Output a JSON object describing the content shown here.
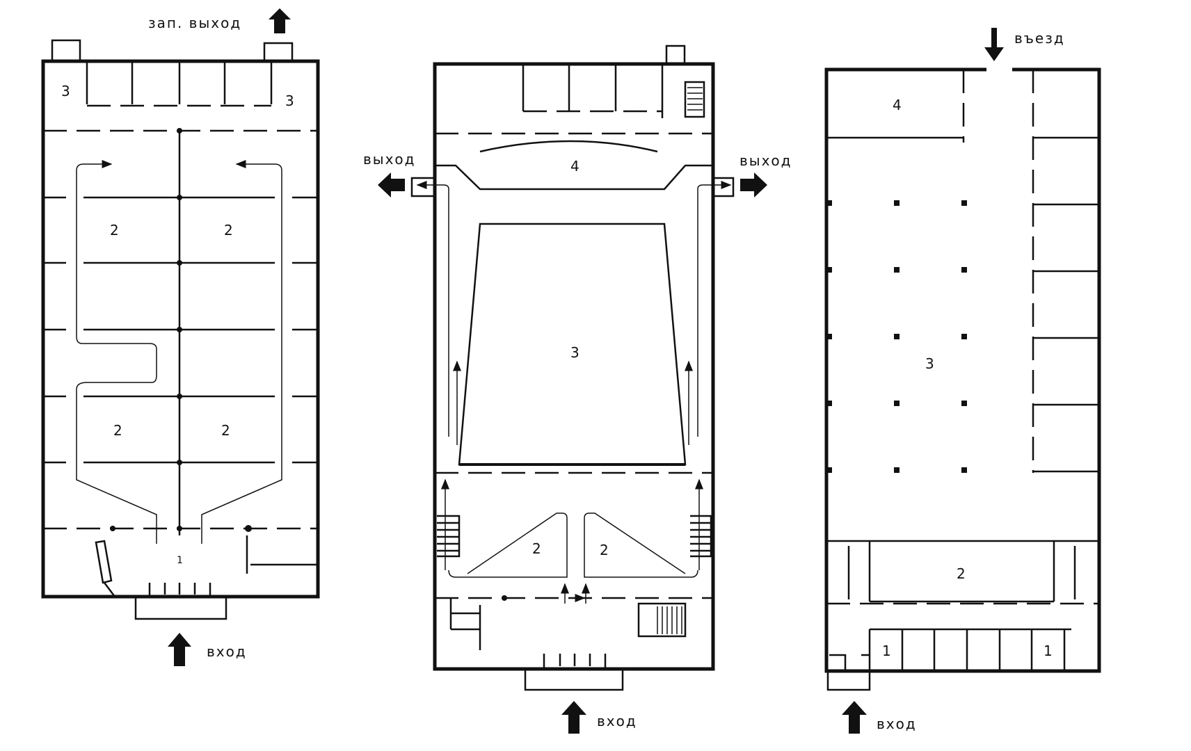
{
  "plans": [
    {
      "id": "plan-1",
      "labels": {
        "top_exit": "зап. выход",
        "entrance": "вход"
      },
      "rooms": {
        "r1": "1",
        "r2a": "2",
        "r2b": "2",
        "r2c": "2",
        "r2d": "2",
        "r3a": "3",
        "r3b": "3"
      }
    },
    {
      "id": "plan-2",
      "labels": {
        "exit_left": "выход",
        "exit_right": "выход",
        "entrance": "вход"
      },
      "rooms": {
        "r2a": "2",
        "r2b": "2",
        "r3": "3",
        "r4": "4"
      }
    },
    {
      "id": "plan-3",
      "labels": {
        "drive_in": "въезд",
        "entrance": "вход"
      },
      "rooms": {
        "r1a": "1",
        "r1b": "1",
        "r2": "2",
        "r3": "3",
        "r4": "4"
      }
    }
  ],
  "colors": {
    "ink": "#111111",
    "paper": "#ffffff"
  }
}
